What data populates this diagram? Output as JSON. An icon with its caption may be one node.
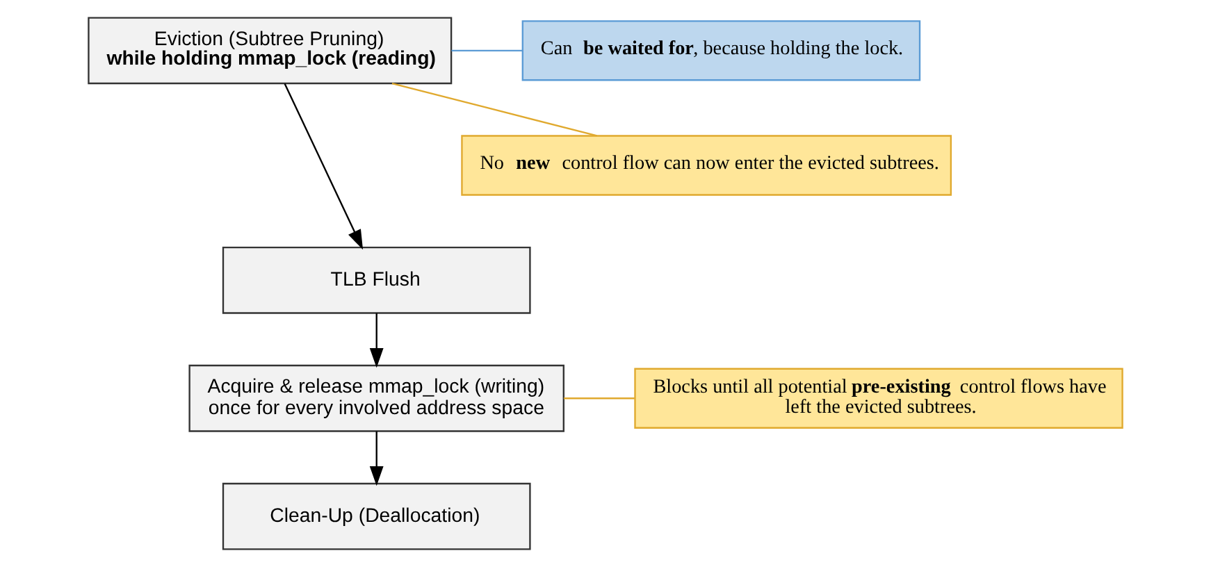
{
  "diagram": {
    "nodes": [
      {
        "text": [
          "Eviction (Subtree Pruning)",
          "while holding mmap_lock (reading)"
        ]
      },
      {
        "text": [
          "TLB Flush"
        ]
      },
      {
        "text": [
          "Acquire & release mmap_lock (writing) once for every involved address space"
        ]
      },
      {
        "text": [
          "Clean-Up (Deallocation)"
        ]
      },
      {
        "text": [
          "Can **be waited for**, because holding the lock."
        ]
      },
      {
        "text": [
          "No **new** control flow can now enter the evicted subtrees."
        ]
      },
      {
        "text": [
          "Blocks until all potential **pre-existing** control flows have left the evicted subtrees."
        ]
      }
    ],
    "edges": [
      {
        "from": 0,
        "to": 1,
        "arrow": "to"
      },
      {
        "from": 1,
        "to": 2,
        "arrow": "to"
      },
      {
        "from": 2,
        "to": 3,
        "arrow": "to"
      },
      {
        "from": 4,
        "to": 0,
        "arrow": "none",
        "color": "#5b9bd5"
      },
      {
        "from": 5,
        "to": 0,
        "arrow": "none",
        "color": "#e0a92e"
      },
      {
        "from": 6,
        "to": 2,
        "arrow": "none",
        "color": "#e0a92e"
      }
    ]
  }
}
